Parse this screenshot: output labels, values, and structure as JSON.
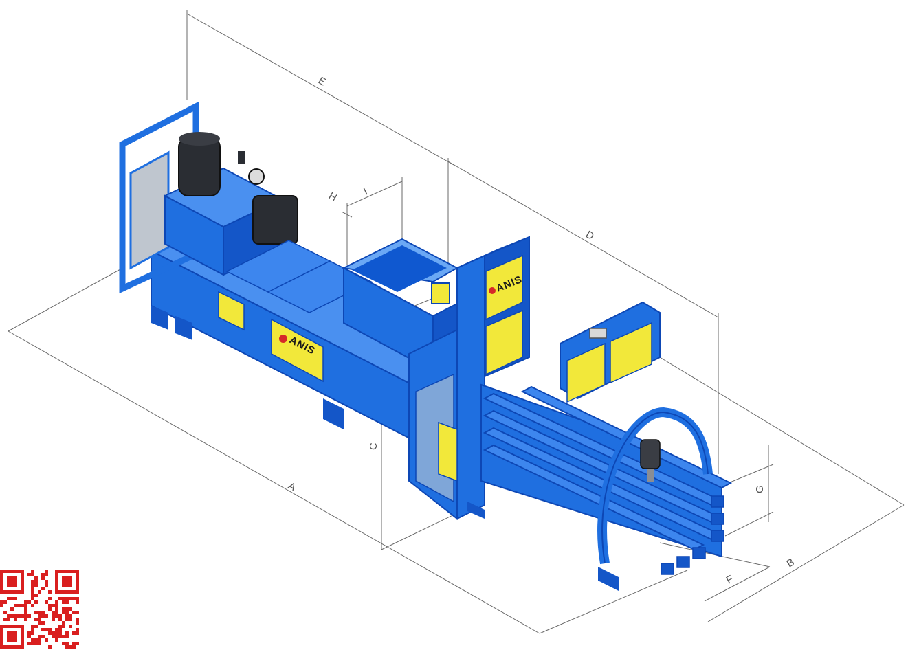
{
  "diagram": {
    "brand": "ANIS",
    "dimensions": {
      "A": "A",
      "B": "B",
      "C": "C",
      "D": "D",
      "E": "E",
      "F": "F",
      "G": "G",
      "H": "H",
      "I": "I"
    }
  },
  "colors": {
    "machine_blue": "#1f6fe0",
    "machine_blue_dark": "#0d47b5",
    "machine_blue_light": "#4a90f0",
    "panel_yellow": "#f2e83a",
    "dimension_line": "#666666",
    "qr_red": "#d91f1f"
  }
}
